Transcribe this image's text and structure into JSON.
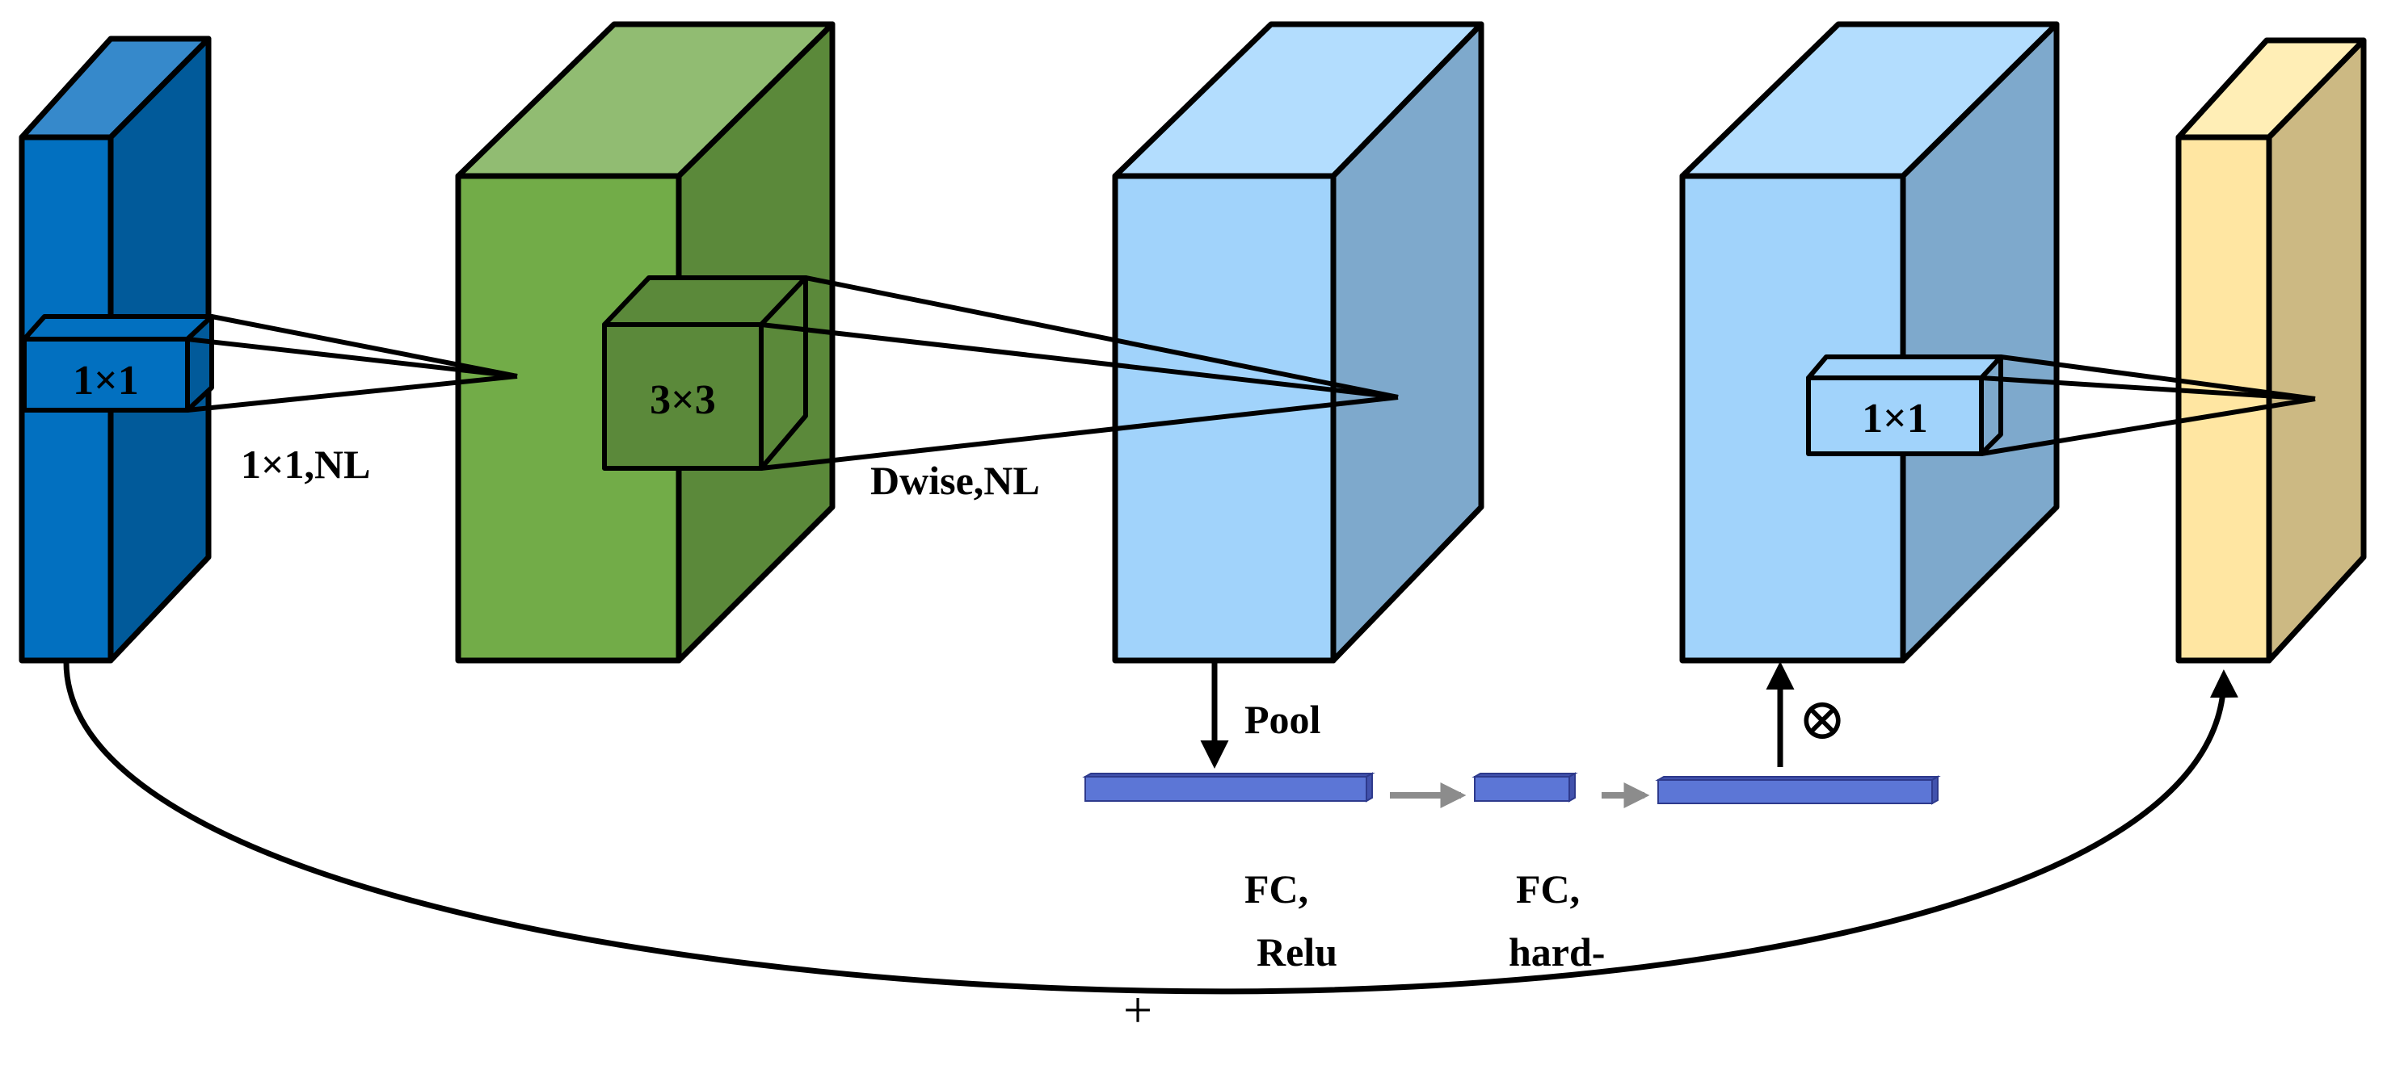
{
  "colors": {
    "block1_front": "#0270C0",
    "block1_top": "#3689CB",
    "block1_side": "#015A9A",
    "block2_front": "#72AC48",
    "block2_top": "#91BC72",
    "block2_side": "#5B893A",
    "block3_front": "#A1D3FB",
    "block3_top": "#B3DDFE",
    "block3_side": "#7EA9CC",
    "block5_front": "#FFE6A2",
    "block5_top": "#FFEEB6",
    "block5_side": "#CCB983",
    "bar_front": "#5C76D6",
    "bar_top": "#4252AD",
    "arrow_gray": "#8C8C8C",
    "stroke": "#000000"
  },
  "labels": {
    "kernel1": "1×1",
    "kernel2": "3×3",
    "kernel3": "1×1",
    "conv1": "1×1,NL",
    "conv2": "Dwise,NL",
    "pool": "Pool",
    "multiply": "⊗",
    "fc1_line1": "FC,",
    "fc1_line2": "Relu",
    "fc2_line1": "FC,",
    "fc2_line2": "hard-",
    "residual": "+"
  }
}
